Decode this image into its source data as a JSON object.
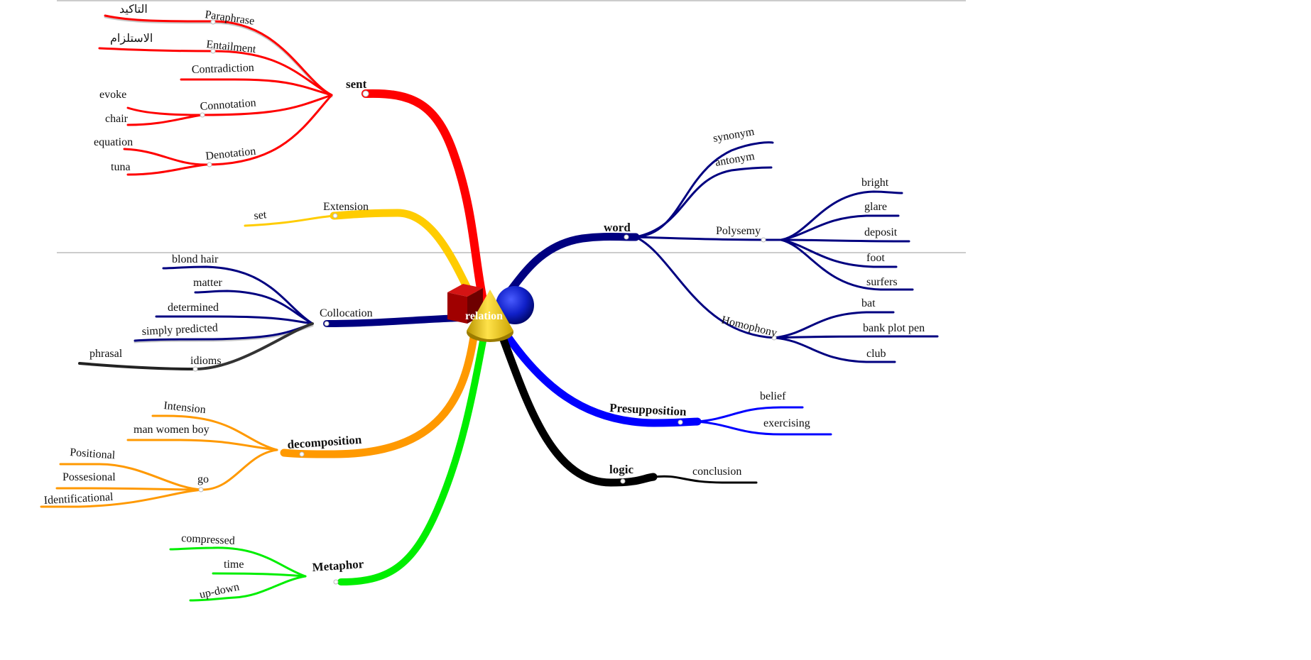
{
  "center": {
    "label": "relation"
  },
  "colors": {
    "sent": "#ff0000",
    "extension": "#ffcc00",
    "collocation": "#000080",
    "idioms": "#333333",
    "decomposition": "#ff9900",
    "metaphor": "#00ee00",
    "word": "#000080",
    "presupposition": "#0000ff",
    "logic": "#000000"
  },
  "branches": {
    "sent": {
      "label": "sent",
      "children": {
        "paraphrase": "Paraphrase",
        "entailment": "Entailment",
        "contradiction": "Contradiction",
        "connotation": "Connotation",
        "denotation": "Denotation"
      },
      "leaves": {
        "paraphrase_ar": "التاكيد",
        "entailment_ar": "الاستلزام",
        "evoke": "evoke",
        "chair": "chair",
        "equation": "equation",
        "tuna": "tuna"
      }
    },
    "extension": {
      "label": "Extension",
      "leaves": {
        "set": "set"
      }
    },
    "collocation": {
      "label": "Collocation",
      "leaves": {
        "blond_hair": "blond hair",
        "matter": "matter",
        "determined": "determined",
        "simply_predicted": "simply predicted"
      }
    },
    "idioms": {
      "label": "idioms",
      "leaves": {
        "phrasal": "phrasal"
      }
    },
    "decomposition": {
      "label": "decomposition",
      "children": {
        "intension": "Intension",
        "man_women_boy": "man women boy",
        "go": "go"
      },
      "leaves": {
        "positional": "Positional",
        "possesional": "Possesional",
        "identificational": "Identificational"
      }
    },
    "metaphor": {
      "label": "Metaphor",
      "leaves": {
        "compressed": "compressed",
        "time": "time",
        "up_down": "up-down"
      }
    },
    "word": {
      "label": "word",
      "children": {
        "synonym": "synonym",
        "antonym": "antonym",
        "polysemy": "Polysemy",
        "homophony": "Homophony"
      },
      "leaves": {
        "bright": "bright",
        "glare": "glare",
        "deposit": "deposit",
        "foot": "foot",
        "surfers": "surfers",
        "bat": "bat",
        "bank_plot_pen": "bank plot pen",
        "club": "club"
      }
    },
    "presupposition": {
      "label": "Presupposition",
      "leaves": {
        "belief": "belief",
        "exercising": "exercising"
      }
    },
    "logic": {
      "label": "logic",
      "leaves": {
        "conclusion": "conclusion"
      }
    }
  }
}
